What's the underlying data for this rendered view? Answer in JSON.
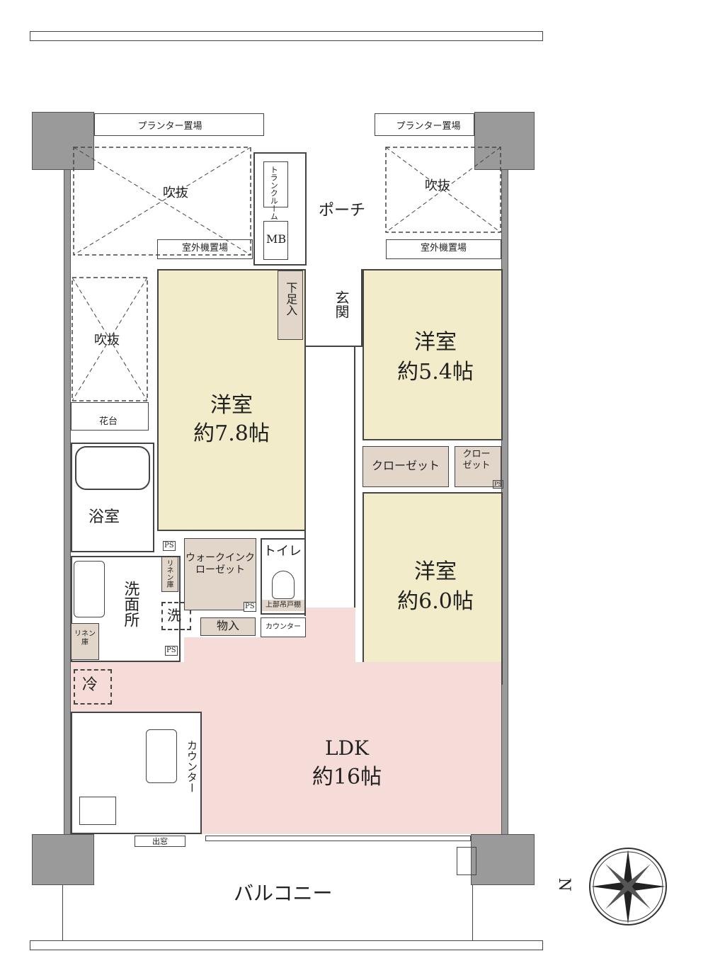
{
  "labels": {
    "planter_left": "プランター置場",
    "planter_right": "プランター置場",
    "void1": "吹抜",
    "void2": "吹抜",
    "void3": "吹抜",
    "trunk_room": "トランクルーム",
    "mb": "MB",
    "porch": "ポーチ",
    "outdoor_unit_left": "室外機置場",
    "outdoor_unit_right": "室外機置場",
    "shoe_box": "下足入",
    "entrance": "玄関",
    "room1_name": "洋室",
    "room1_size": "約7.8帖",
    "room2_name": "洋室",
    "room2_size": "約5.4帖",
    "room3_name": "洋室",
    "room3_size": "約6.0帖",
    "closet1": "クローゼット",
    "closet2": "クローゼット",
    "flower_bed": "花台",
    "bath": "浴室",
    "linen1": "リネン庫",
    "linen2": "リネン庫",
    "washroom": "洗面所",
    "washer": "洗",
    "ps1": "PS",
    "ps2": "PS",
    "ps3": "PS",
    "ps4": "PS",
    "wic": "ウォークインクローゼット",
    "storage": "物入",
    "toilet": "トイレ",
    "upper_cabinet": "上部吊戸棚",
    "counter_small": "カウンター",
    "fridge": "冷",
    "counter_kitchen": "カウンター",
    "ldk_name": "LDK",
    "ldk_size": "約16帖",
    "bay_window": "出窓",
    "balcony": "バルコニー",
    "north": "N"
  },
  "colors": {
    "room": "#f3ecca",
    "ldk": "#f6dcd8",
    "closet": "#e2d5ca",
    "wall": "#9a9a9a"
  }
}
